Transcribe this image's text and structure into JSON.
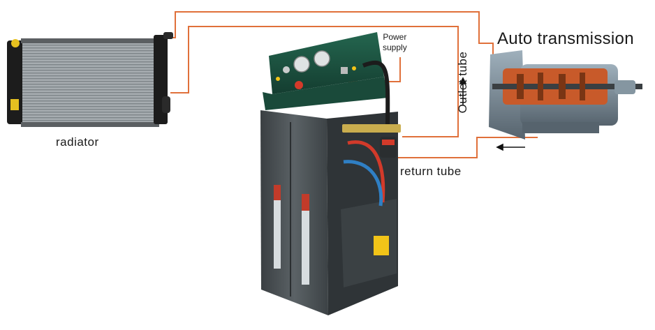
{
  "labels": {
    "radiator": "radiator",
    "auto_transmission": "Auto transmission",
    "power_supply_line1": "Power",
    "power_supply_line2": "supply",
    "outlet_tube": "Outlet tube",
    "return_tube": "return tube"
  },
  "colors": {
    "tube_line": "#e0703a",
    "machine_body": "#4d5356",
    "machine_top": "#1f5a48",
    "radiator_core": "#9aa0a4",
    "radiator_tank": "#1c1c1c",
    "transmission_case": "#7a8a96",
    "transmission_cutaway": "#c85a2a",
    "hose_red": "#d23a2a",
    "hose_blue": "#2f7fc4",
    "warning_yellow": "#f2c418"
  },
  "icons": {
    "outlet_arrow": "arrow-up-icon",
    "return_arrow": "arrow-left-icon"
  }
}
